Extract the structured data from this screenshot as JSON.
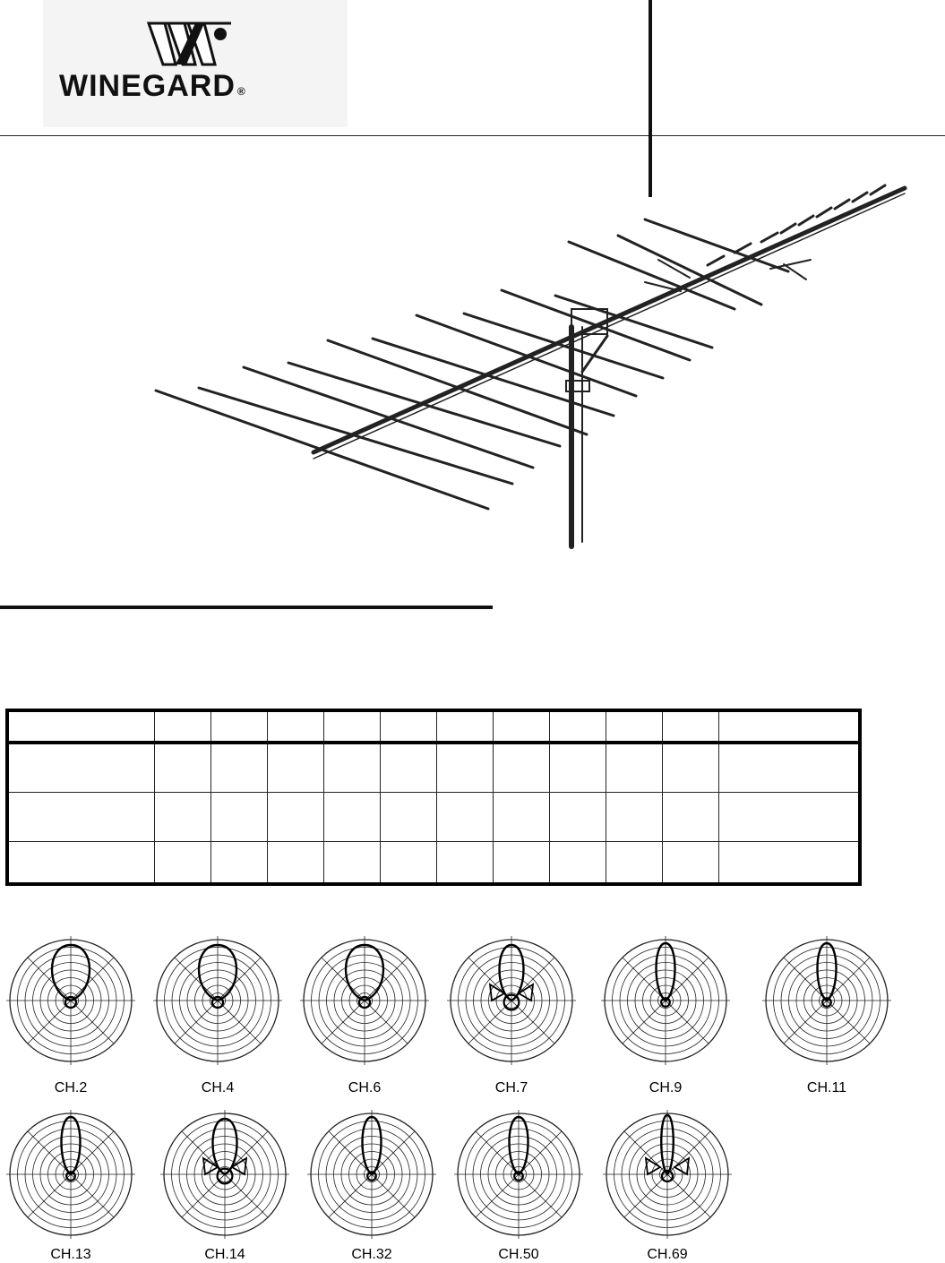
{
  "brand": {
    "name": "WINEGARD",
    "registered_mark": "®"
  },
  "table": {
    "columns": 12,
    "rows": 4
  },
  "polar_patterns": {
    "row1": [
      {
        "label": "CH.2",
        "shape": "wide"
      },
      {
        "label": "CH.4",
        "shape": "wide"
      },
      {
        "label": "CH.6",
        "shape": "wide"
      },
      {
        "label": "CH.7",
        "shape": "lobed"
      },
      {
        "label": "CH.9",
        "shape": "narrow"
      },
      {
        "label": "CH.11",
        "shape": "narrow"
      }
    ],
    "row2": [
      {
        "label": "CH.13",
        "shape": "narrow"
      },
      {
        "label": "CH.14",
        "shape": "lobed"
      },
      {
        "label": "CH.32",
        "shape": "narrow"
      },
      {
        "label": "CH.50",
        "shape": "narrow"
      },
      {
        "label": "CH.69",
        "shape": "thin"
      }
    ]
  }
}
